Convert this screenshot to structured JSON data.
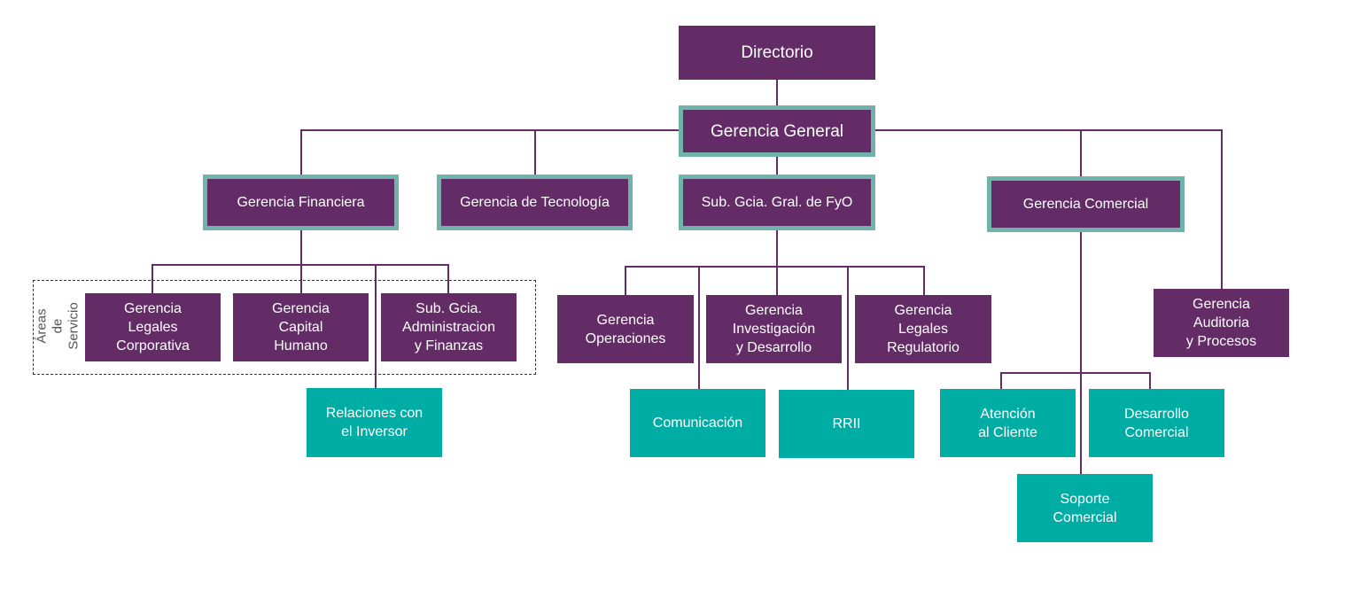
{
  "colors": {
    "purple": "#632c67",
    "teal": "#00ada5",
    "border": "#6fb3ab",
    "line": "#632c67"
  },
  "nodes": {
    "directorio": "Directorio",
    "gerencia_general": "Gerencia General",
    "gerencia_financiera": "Gerencia Financiera",
    "gerencia_tecnologia": "Gerencia de Tecnología",
    "sub_gcia_fyo": "Sub. Gcia. Gral. de FyO",
    "gerencia_comercial": "Gerencia Comercial",
    "legales_corporativa": "Gerencia\nLegales\nCorporativa",
    "capital_humano": "Gerencia\nCapital\nHumano",
    "administracion_finanzas": "Sub. Gcia.\nAdministracion\ny Finanzas",
    "relaciones_inversor": "Relaciones con\nel Inversor",
    "operaciones": "Gerencia\nOperaciones",
    "investigacion_desarrollo": "Gerencia\nInvestigación\ny Desarrollo",
    "legales_regulatorio": "Gerencia\nLegales\nRegulatorio",
    "comunicacion": "Comunicación",
    "rrii": "RRII",
    "auditoria_procesos": "Gerencia\nAuditoria\ny Procesos",
    "atencion_cliente": "Atención\nal Cliente",
    "desarrollo_comercial": "Desarrollo\nComercial",
    "soporte_comercial": "Soporte\nComercial"
  },
  "group": {
    "label": "Áreas de\nServicio"
  }
}
